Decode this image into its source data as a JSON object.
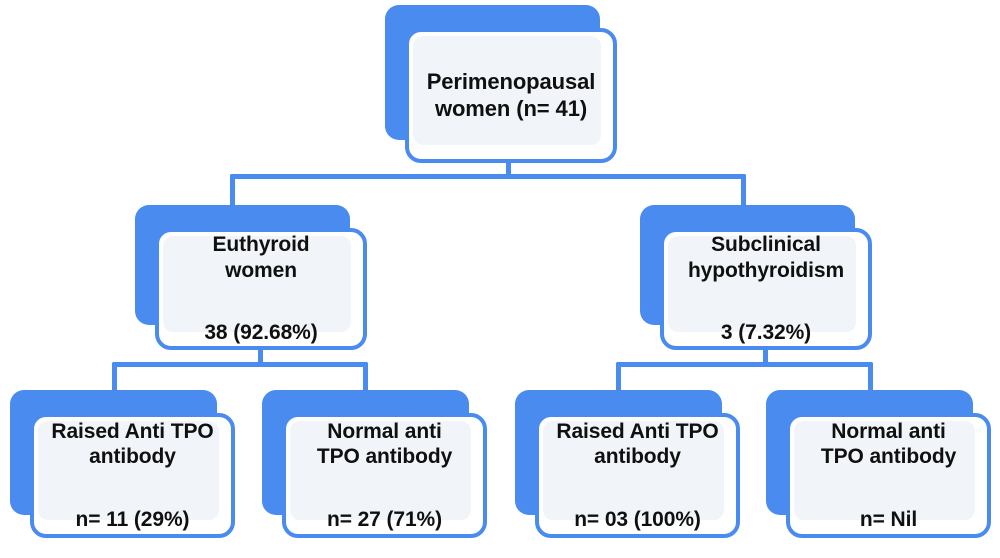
{
  "diagram": {
    "title_node": {
      "lead": "Perimenopausal\nwomen (n= 41)",
      "stat": ""
    },
    "level2": [
      {
        "lead": "Euthyroid\nwomen",
        "stat": "38 (92.68%)"
      },
      {
        "lead": "Subclinical\nhypothyroidism",
        "stat": "3 (7.32%)"
      }
    ],
    "level3": [
      {
        "lead": "Raised Anti TPO\nantibody",
        "stat": "n= 11 (29%)"
      },
      {
        "lead": "Normal  anti\nTPO antibody",
        "stat": "n= 27 (71%)"
      },
      {
        "lead": "Raised Anti TPO\nantibody",
        "stat": "n= 03 (100%)"
      },
      {
        "lead": "Normal  anti\nTPO antibody",
        "stat": "n= Nil"
      }
    ],
    "colors": {
      "accent": "#4A8BF0",
      "card_fill": "#FFFFFF",
      "inner_fill": "#F1F5F9",
      "text": "#101010"
    }
  }
}
